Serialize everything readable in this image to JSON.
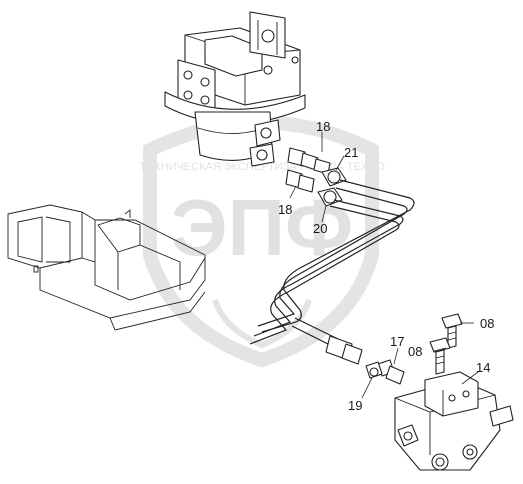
{
  "watermark": {
    "brand": "ЭПФ",
    "subtitle": "ТЕХНИЧЕСКАЯ ЭКСПЕРТИЗА ГОРОДА ТЕХНО",
    "color": "#c8c8c8"
  },
  "callouts": {
    "c18a": "18",
    "c21": "21",
    "c18b": "18",
    "c20": "20",
    "c08a": "08",
    "c08b": "08",
    "c17": "17",
    "c14": "14",
    "c19": "19"
  },
  "colors": {
    "line": "#222222",
    "background": "#ffffff"
  }
}
